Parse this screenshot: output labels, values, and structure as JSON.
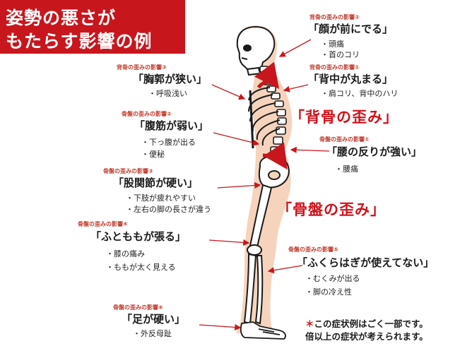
{
  "title": {
    "line1": "姿勢の悪さが",
    "line2": "もたらす影響の例"
  },
  "spine_category": "背骨の歪みの影響",
  "pelvis_category": "骨盤の歪みの影響",
  "main_labels": {
    "spine": "「背骨の歪み」",
    "pelvis": "「骨盤の歪み」"
  },
  "effects": [
    {
      "id": "face",
      "category": "背骨の歪みの影響②",
      "heading": "「顔が前にでる」",
      "symptoms": [
        "・頭痛",
        "・首のコリ"
      ]
    },
    {
      "id": "back",
      "category": "背骨の歪みの影響①",
      "heading": "「背中が丸まる」",
      "symptoms": [
        "・肩コリ、背中のハリ"
      ]
    },
    {
      "id": "chest",
      "category": "背骨の歪みの影響③",
      "heading": "「胸郭が狭い」",
      "symptoms": [
        "・呼吸浅い"
      ]
    },
    {
      "id": "abs",
      "category": "骨盤の歪みの影響②",
      "heading": "「腹筋が弱い」",
      "symptoms": [
        "・下っ腹が出る",
        "・便秘"
      ]
    },
    {
      "id": "waist",
      "category": "骨盤の歪みの影響①",
      "heading": "「腰の反りが強い」",
      "symptoms": [
        "・腰痛"
      ]
    },
    {
      "id": "hip",
      "category": "骨盤の歪みの影響③",
      "heading": "「股関節が硬い」",
      "symptoms": [
        "・下肢が疲れやすい",
        "・左右の脚の長さが違う"
      ]
    },
    {
      "id": "thigh",
      "category": "骨盤の歪みの影響④",
      "heading": "「ふとももが張る」",
      "symptoms": [
        "・膝の痛み",
        "・ももが太く見える"
      ]
    },
    {
      "id": "calf",
      "category": "骨盤の歪みの影響⑤",
      "heading": "「ふくらはぎが使えてない」",
      "symptoms": [
        "・むくみが出る",
        "・脚の冷え性"
      ]
    },
    {
      "id": "foot",
      "category": "骨盤の歪みの影響⑥",
      "heading": "「足が硬い」",
      "symptoms": [
        "・外反母趾"
      ]
    }
  ],
  "note": {
    "mark": "＊",
    "line1": "この症状例はごく一部です。",
    "line2": "倍以上の症状が考えられます。"
  },
  "colors": {
    "accent": "#c8161d",
    "body": "#f6d3bd",
    "bone": "#ffffff",
    "outline": "#1a1a1a"
  }
}
